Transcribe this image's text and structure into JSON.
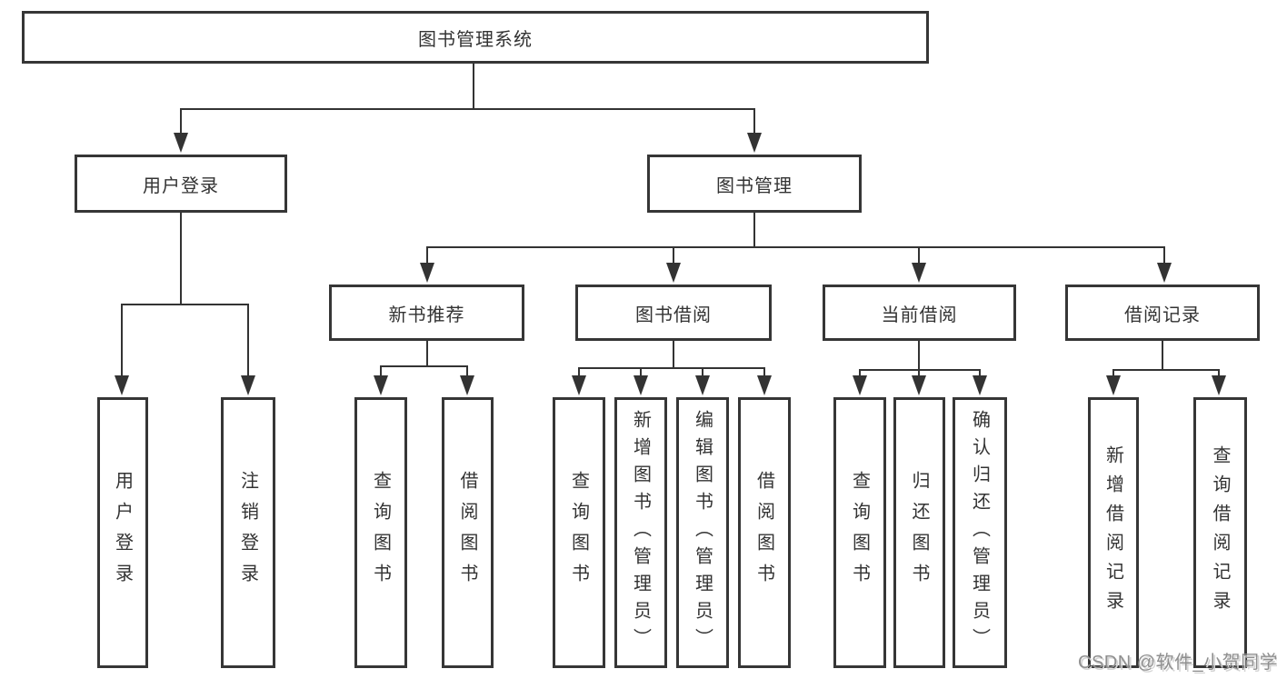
{
  "watermark": "CSDN @软件_小贺同学",
  "colors": {
    "line": "#333333",
    "box_border": "#363636",
    "text": "#333333",
    "watermark": "#8f8f8f",
    "background": "#ffffff"
  },
  "tree": {
    "root": {
      "id": "root",
      "label": "图书管理系统",
      "children": [
        {
          "id": "user-login",
          "label": "用户登录",
          "children": [
            {
              "id": "do-user-login",
              "label": "用户登录"
            },
            {
              "id": "logout",
              "label": "注销登录"
            }
          ]
        },
        {
          "id": "book-mgmt",
          "label": "图书管理",
          "children": [
            {
              "id": "new-book-recommend",
              "label": "新书推荐",
              "children": [
                {
                  "id": "nbr-query-books",
                  "label": "查询图书"
                },
                {
                  "id": "nbr-borrow-books",
                  "label": "借阅图书"
                }
              ]
            },
            {
              "id": "book-borrowing",
              "label": "图书借阅",
              "children": [
                {
                  "id": "bb-query-books",
                  "label": "查询图书"
                },
                {
                  "id": "bb-add-books-admin",
                  "label": "新增图书（管理员）"
                },
                {
                  "id": "bb-edit-books-admin",
                  "label": "编辑图书（管理员）"
                },
                {
                  "id": "bb-borrow-books",
                  "label": "借阅图书"
                }
              ]
            },
            {
              "id": "current-borrowing",
              "label": "当前借阅",
              "children": [
                {
                  "id": "cb-query-books",
                  "label": "查询图书"
                },
                {
                  "id": "cb-return-books",
                  "label": "归还图书"
                },
                {
                  "id": "cb-confirm-return-admin",
                  "label": "确认归还（管理员）"
                }
              ]
            },
            {
              "id": "borrowing-records",
              "label": "借阅记录",
              "children": [
                {
                  "id": "br-add-borrow-record",
                  "label": "新增借阅记录"
                },
                {
                  "id": "br-query-borrow-record",
                  "label": "查询借阅记录"
                }
              ]
            }
          ]
        }
      ]
    }
  }
}
